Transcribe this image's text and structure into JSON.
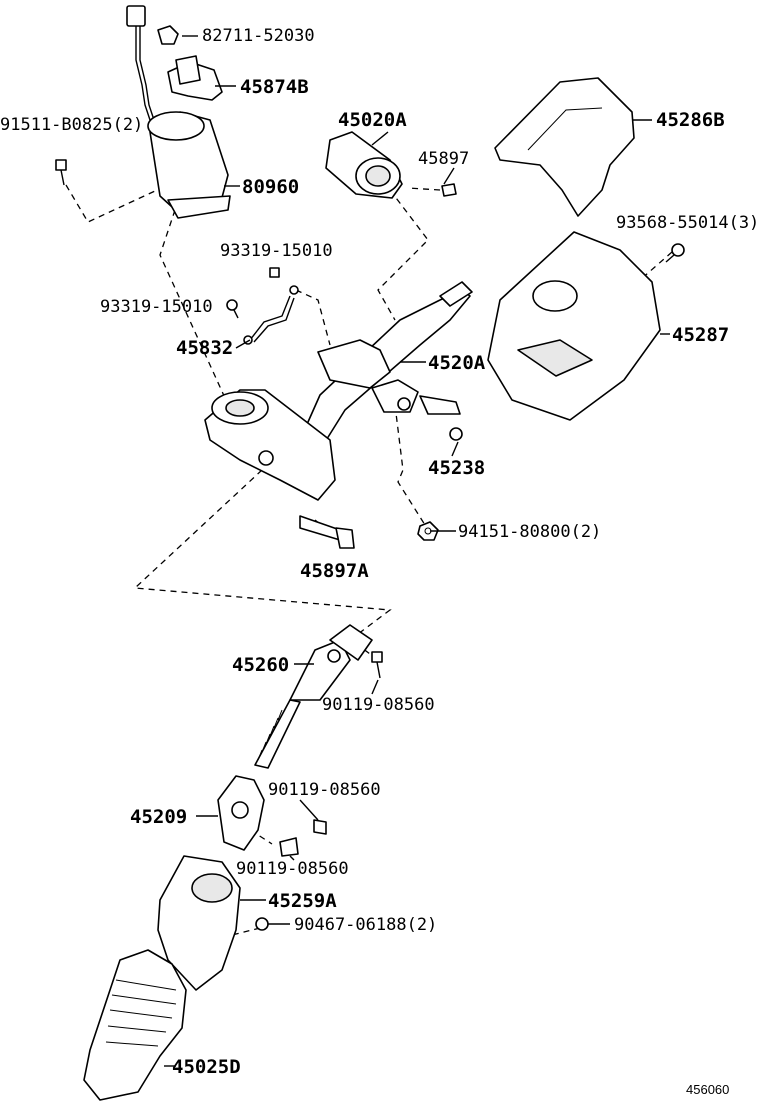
{
  "diagram": {
    "reference_code": "456060",
    "parts": [
      {
        "id": "p1",
        "number": "82711-52030"
      },
      {
        "id": "p2",
        "number": "45874B"
      },
      {
        "id": "p3",
        "number": "91511-B0825(2)"
      },
      {
        "id": "p4",
        "number": "80960"
      },
      {
        "id": "p5",
        "number": "45020A"
      },
      {
        "id": "p6",
        "number": "45897"
      },
      {
        "id": "p7",
        "number": "45286B"
      },
      {
        "id": "p8",
        "number": "93568-55014(3)"
      },
      {
        "id": "p9",
        "number": "93319-15010"
      },
      {
        "id": "p10",
        "number": "93319-15010"
      },
      {
        "id": "p11",
        "number": "45832"
      },
      {
        "id": "p12",
        "number": "4520A"
      },
      {
        "id": "p13",
        "number": "45287"
      },
      {
        "id": "p14",
        "number": "45238"
      },
      {
        "id": "p15",
        "number": "94151-80800(2)"
      },
      {
        "id": "p16",
        "number": "45897A"
      },
      {
        "id": "p17",
        "number": "45260"
      },
      {
        "id": "p18",
        "number": "90119-08560"
      },
      {
        "id": "p19",
        "number": "90119-08560"
      },
      {
        "id": "p20",
        "number": "45209"
      },
      {
        "id": "p21",
        "number": "90119-08560"
      },
      {
        "id": "p22",
        "number": "45259A"
      },
      {
        "id": "p23",
        "number": "90467-06188(2)"
      },
      {
        "id": "p24",
        "number": "45025D"
      }
    ]
  }
}
